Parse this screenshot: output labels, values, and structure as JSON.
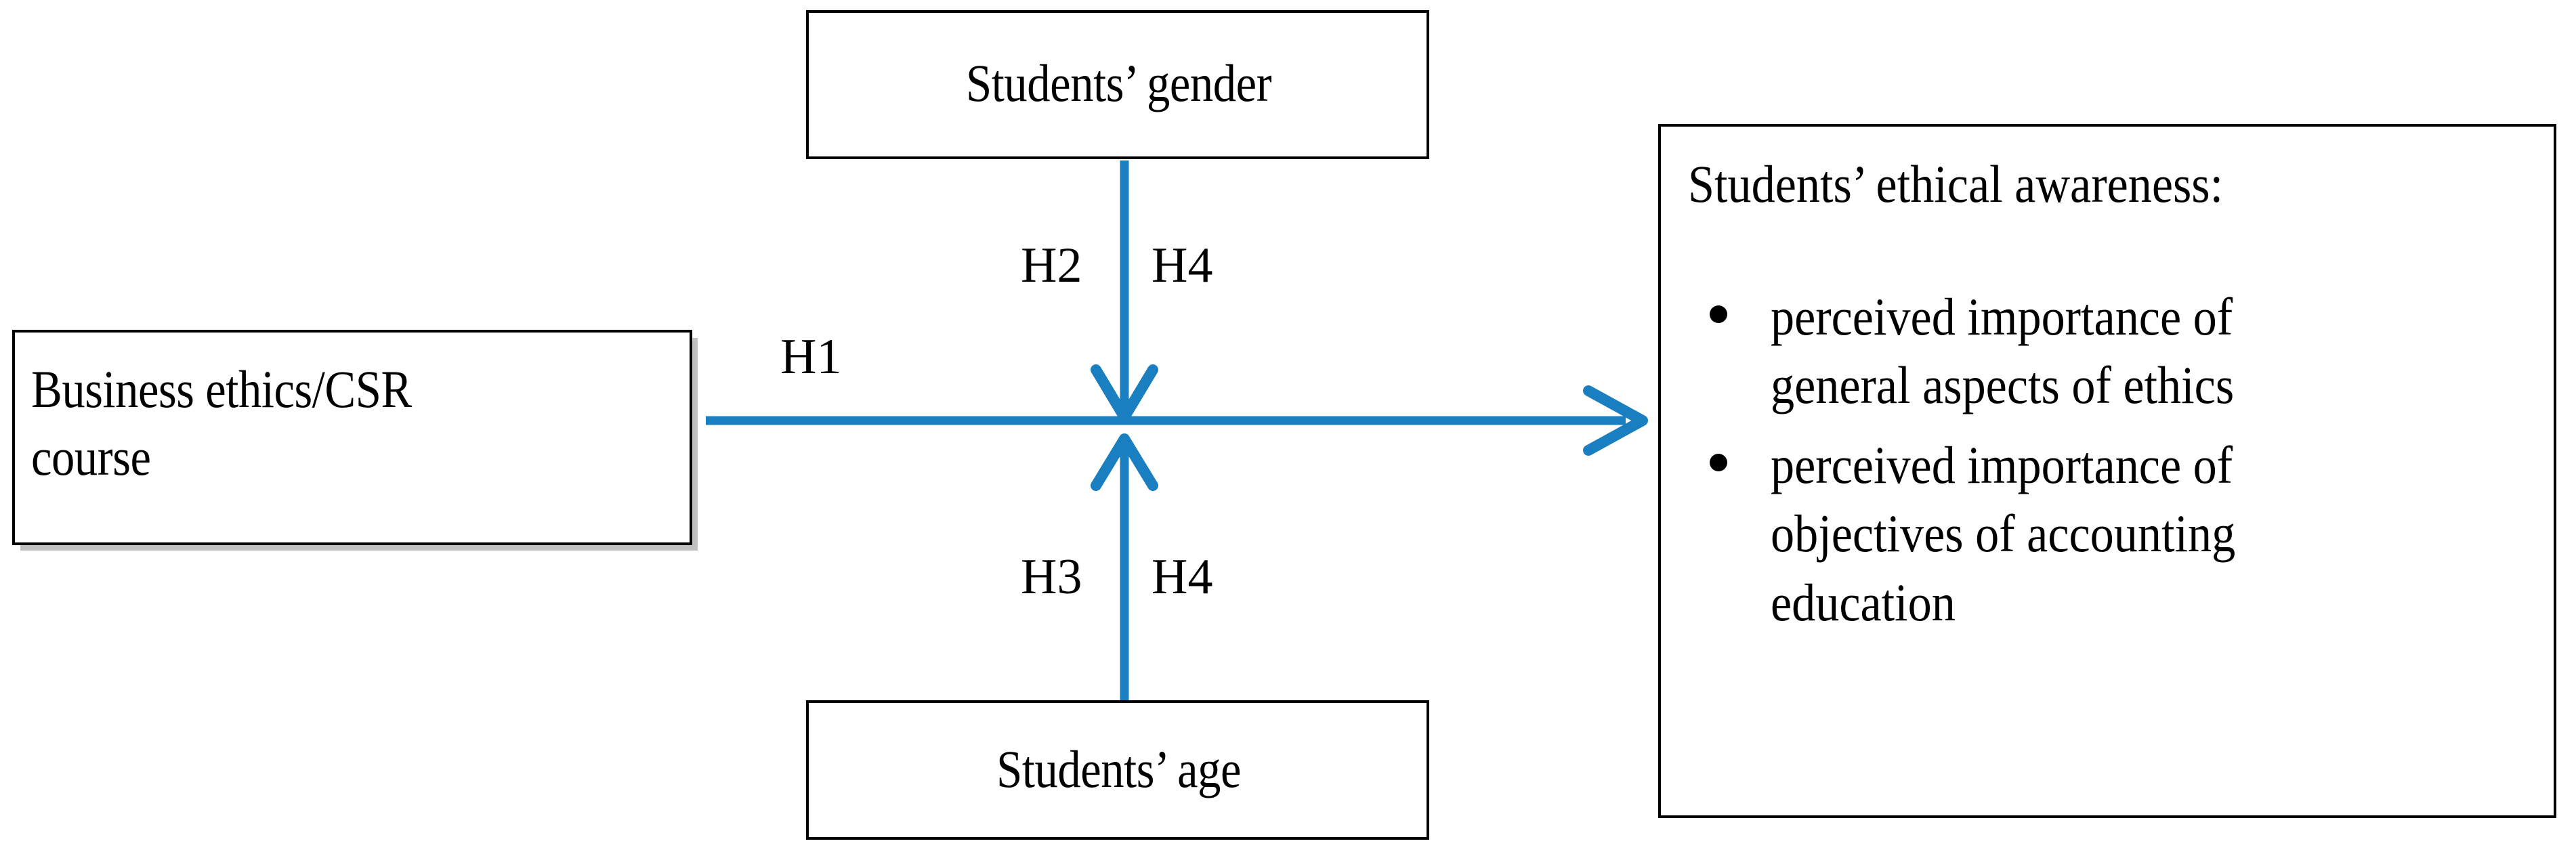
{
  "diagram": {
    "type": "conceptual-research-model",
    "accent_color": "#1a7fc1",
    "border_color": "#000000",
    "background_color": "#ffffff",
    "nodes": {
      "predictor": {
        "id": "business-ethics-course",
        "label": "Business ethics/CSR\ncourse"
      },
      "moderator_top": {
        "id": "students-gender",
        "label": "Students’ gender"
      },
      "moderator_bottom": {
        "id": "students-age",
        "label": "Students’ age"
      },
      "outcome": {
        "id": "students-ethical-awareness",
        "heading": "Students’ ethical awareness:",
        "bullets": [
          "perceived importance of\ngeneral aspects of ethics",
          "perceived importance of\nobjectives of accounting\neducation"
        ]
      }
    },
    "relations": [
      {
        "id": "h1",
        "label": "H1",
        "from": "business-ethics-course",
        "to": "students-ethical-awareness",
        "direction": "horizontal-right"
      },
      {
        "id": "h2",
        "label": "H2",
        "from": "students-gender",
        "to": "h1-path",
        "direction": "vertical-down"
      },
      {
        "id": "h4-top",
        "label": "H4",
        "from": "students-gender",
        "to": "h1-path",
        "direction": "vertical-down"
      },
      {
        "id": "h3",
        "label": "H3",
        "from": "students-age",
        "to": "h1-path",
        "direction": "vertical-up"
      },
      {
        "id": "h4-bottom",
        "label": "H4",
        "from": "students-age",
        "to": "h1-path",
        "direction": "vertical-up"
      }
    ]
  }
}
